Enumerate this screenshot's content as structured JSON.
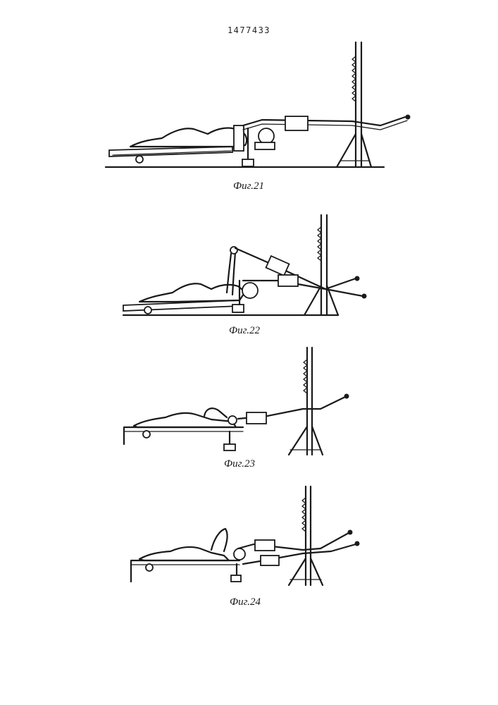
{
  "page_number": "1477433",
  "figures": [
    {
      "caption": "Фиг.21"
    },
    {
      "caption": "Фиг.22"
    },
    {
      "caption": "Фиг.23"
    },
    {
      "caption": "Фиг.24"
    }
  ],
  "colors": {
    "ink": "#1a1a1a",
    "paper": "#ffffff"
  }
}
